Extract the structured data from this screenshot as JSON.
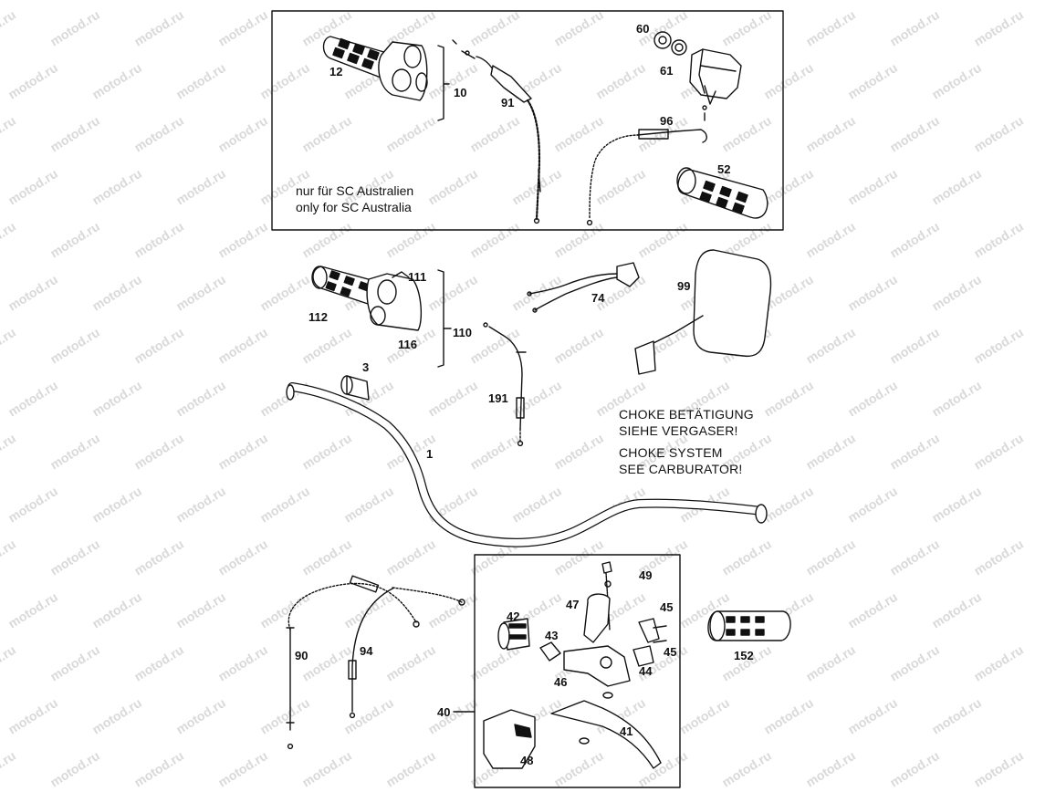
{
  "watermark": "motod.ru",
  "notes": {
    "australia_de": "nur für SC Australien",
    "australia_en": "only for SC Australia",
    "choke_de_1": "CHOKE BETÄTIGUNG",
    "choke_de_2": "SIEHE VERGASER!",
    "choke_en_1": "CHOKE SYSTEM",
    "choke_en_2": "SEE CARBURATOR!"
  },
  "parts": {
    "p12": "12",
    "p10": "10",
    "p91": "91",
    "p60": "60",
    "p61": "61",
    "p96": "96",
    "p52": "52",
    "p111": "111",
    "p112": "112",
    "p116": "116",
    "p110": "110",
    "p74": "74",
    "p99": "99",
    "p3": "3",
    "p191": "191",
    "p1": "1",
    "p49": "49",
    "p47": "47",
    "p42": "42",
    "p43": "43",
    "p45a": "45",
    "p45b": "45",
    "p46": "46",
    "p44": "44",
    "p152": "152",
    "p90": "90",
    "p94": "94",
    "p40": "40",
    "p41": "41",
    "p48": "48"
  },
  "colors": {
    "line": "#111111",
    "watermark": "#d9d9d9",
    "background": "#ffffff"
  }
}
